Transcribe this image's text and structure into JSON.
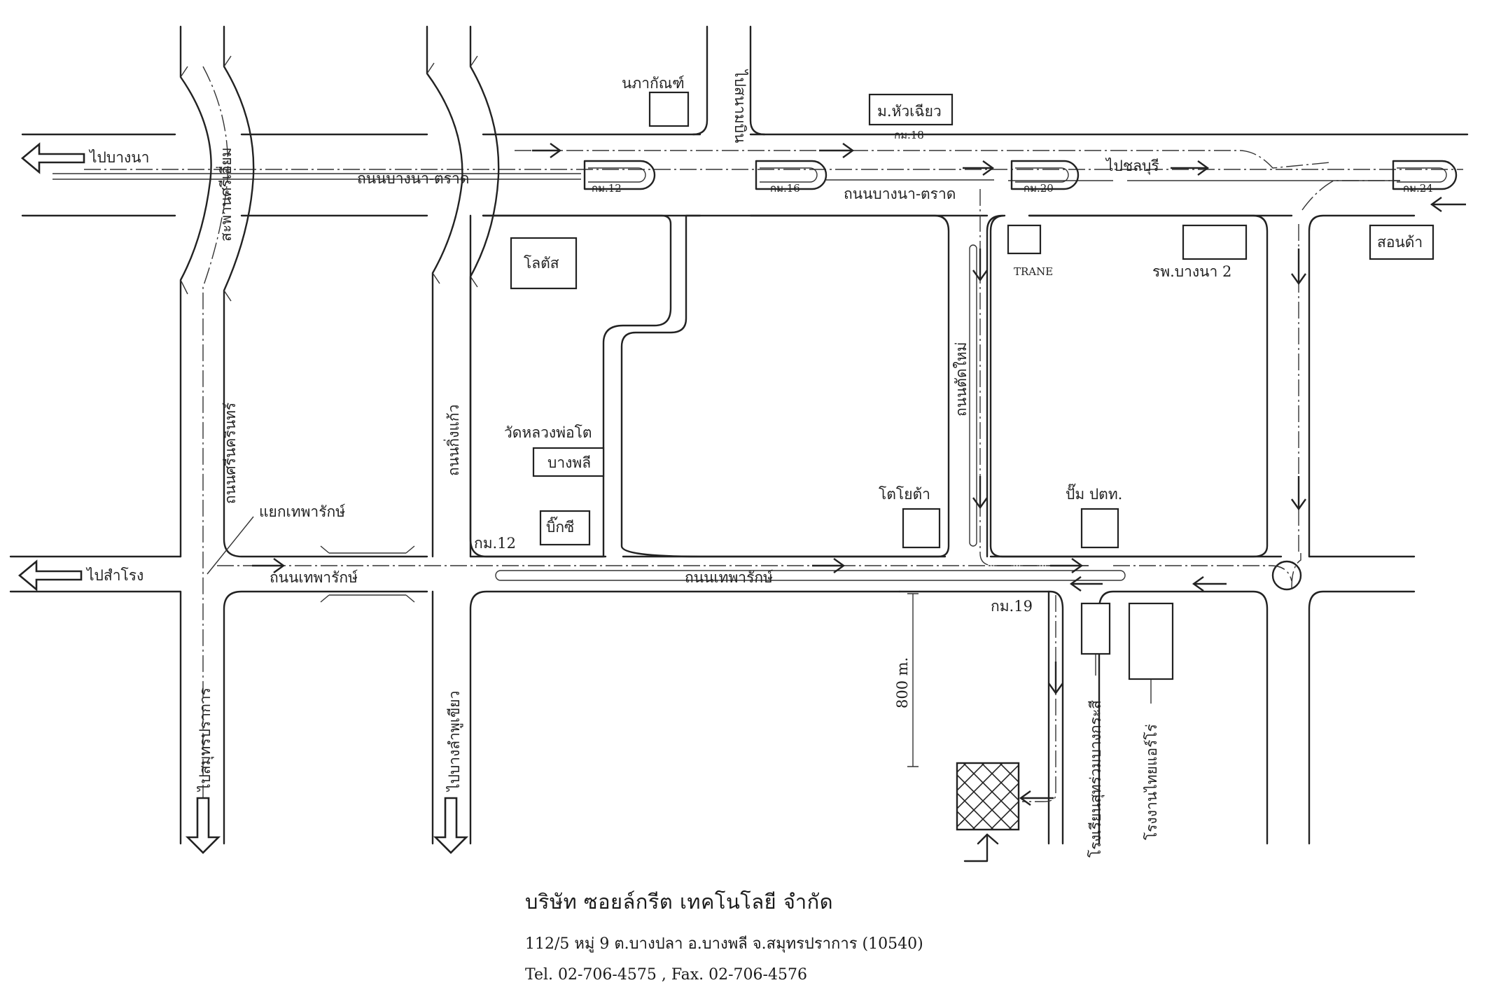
{
  "labels": {
    "to_bangna": "ไปบางนา",
    "to_samrong": "ไปสำโรง",
    "to_samutprakan": "ไปสมุทรปราการ",
    "to_bangchalong": "ไปบางลำพูเขียว",
    "to_airport": "ไปสนามบิน",
    "to_chonburi": "ไปชลบุรี",
    "bridge": "สะพานศรีเอี่ยม",
    "road_bangna_trat_left": "ถนนบางนา-ตราด",
    "road_bangna_trat_right": "ถนนบางนา-ตราด",
    "road_srinakarin": "ถนนศรีนครินทร์",
    "road_king_kaeo": "ถนนกิ่งแก้ว",
    "road_theparak_left": "ถนนเทพารักษ์",
    "road_theparak_right": "ถนนเทพารักษ์",
    "road_new_cut": "ถนนตัดใหม่",
    "theparak_junction": "แยกเทพารักษ์",
    "km12_top": "กม.12",
    "km16": "กม.16",
    "km18": "กม.18",
    "km20": "กม.20",
    "km24": "กม.24",
    "km12_bottom": "กม.12",
    "km19": "กม.19",
    "distance": "800 m.",
    "school": "โรงเรียนสุทร่วมบางกระสี",
    "factory": "โรงงานไทยแอร์โร่"
  },
  "landmarks": {
    "nakkaphan": "นภากัณฑ์",
    "hua_chiew": "ม.หัวเฉียว",
    "lotus": "โลตัส",
    "wat": "วัดหลวงพ่อโต",
    "bangphli": "บางพลี",
    "bigc": "บิ๊กซี",
    "trane": "TRANE",
    "hospital": "รพ.บางนา 2",
    "toyota": "โตโยต้า",
    "ptt": "ปั๊ม ปตท.",
    "storehouse": "สอนด้า"
  },
  "company": {
    "name": "บริษัท ซอยล์กรีต เทคโนโลยี จำกัด",
    "address": "112/5 หมู่ 9 ต.บางปลา อ.บางพลี จ.สมุทรปราการ (10540)",
    "contact": "Tel. 02-706-4575  ,  Fax. 02-706-4576"
  }
}
